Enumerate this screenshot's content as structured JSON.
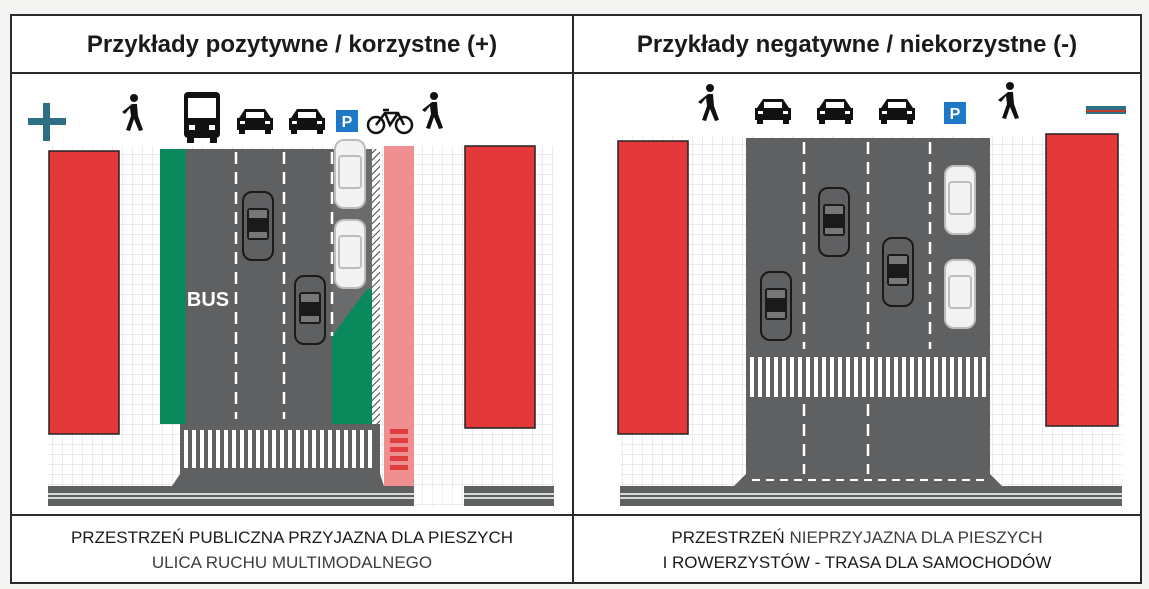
{
  "left": {
    "title": "Przykłady pozytywne / korzystne (+)",
    "bus_label": "BUS",
    "caption_line1": "PRZESTRZEŃ PUBLICZNA PRZYJAZNA DLA PIESZYCH",
    "caption_line2": "ULICA RUCHU MULTIMODALNEGO",
    "sign_icon": "plus-icon",
    "legend_icons": [
      "pedestrian-icon",
      "bus-icon",
      "car-icon",
      "car-icon",
      "parking-icon",
      "bicycle-icon",
      "pedestrian-icon"
    ],
    "parking_letter": "P"
  },
  "right": {
    "title": "Przykłady negatywne / niekorzystne (-)",
    "caption_line1_a": "PRZESTRZEŃ ",
    "caption_line1_b": "NIEPRZYJAZNA DLA PIESZYCH",
    "caption_line2": "I ROWERZYSTÓW - TRASA DLA SAMOCHODÓW",
    "sign_icon": "minus-icon",
    "legend_icons": [
      "pedestrian-icon",
      "car-icon",
      "car-icon",
      "car-icon",
      "parking-icon",
      "pedestrian-icon"
    ],
    "parking_letter": "P"
  },
  "colors": {
    "building": "#e5383b",
    "road": "#5f6062",
    "bus_lane": "#0a8a5c",
    "bike_lane": "#f08f90",
    "sidewalk_grid": "#d8d8d8",
    "plus": "#2f6f86",
    "minus": "#2f6f86",
    "parking": "#1f78c8"
  }
}
